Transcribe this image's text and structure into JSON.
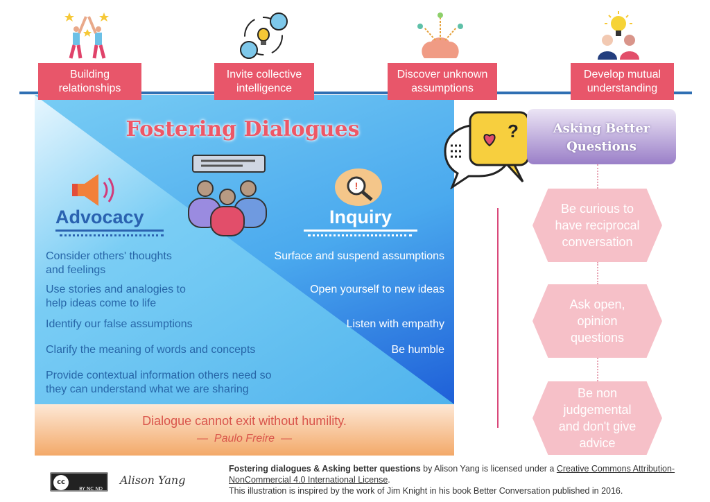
{
  "top_steps": [
    {
      "label": "Building relationships",
      "icon": "high-five-icon"
    },
    {
      "label": "Invite collective intelligence",
      "icon": "collective-idea-icon"
    },
    {
      "label": "Discover unknown assumptions",
      "icon": "brain-ideas-icon"
    },
    {
      "label": "Develop mutual understanding",
      "icon": "shared-lightbulb-icon"
    }
  ],
  "main": {
    "title": "Fostering Dialogues",
    "advocacy": {
      "heading": "Advocacy",
      "items": [
        "Consider others' thoughts and feelings",
        "Use stories and analogies to help ideas come to life",
        "Identify our false assumptions",
        "Clarify the meaning of words and concepts",
        "Provide contextual information others need so they can understand what we are sharing"
      ]
    },
    "inquiry": {
      "heading": "Inquiry",
      "items": [
        "Surface and suspend assumptions",
        "Open yourself to new ideas",
        "Listen with empathy",
        "Be humble"
      ]
    }
  },
  "quote": {
    "text": "Dialogue cannot exit without humility.",
    "author": "Paulo Freire"
  },
  "questions": {
    "title": "Asking Better Questions",
    "items": [
      "Be curious to have reciprocal conversation",
      "Ask open, opinion questions",
      "Be non judgemental and don't give advice"
    ]
  },
  "footer": {
    "work_title": "Fostering dialogues & Asking better questions",
    "by": " by Alison Yang is licensed under a ",
    "license": "Creative Commons Attribution-NonCommercial 4.0 International License",
    "inspired": "This illustration is inspired by the work of Jim Knight in his book Better Conversation published in 2016.",
    "signature": "Alison Yang",
    "cc_badge": "BY NC ND"
  },
  "colors": {
    "accent_red": "#e8566a",
    "blue": "#2f6fb3",
    "pink": "#f6c0c8",
    "purple": "#9a7fc8"
  }
}
